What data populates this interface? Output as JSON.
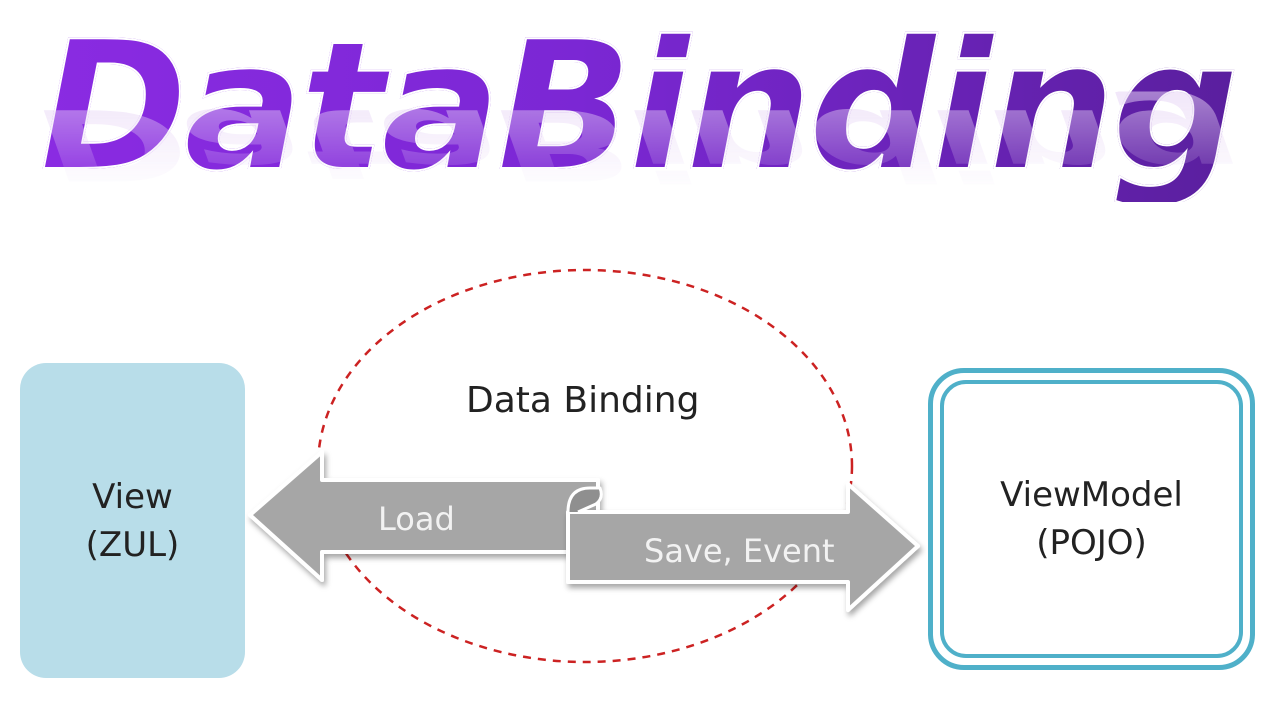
{
  "header": {
    "title": "DataBinding"
  },
  "diagram": {
    "cycle_label": "Data Binding",
    "view": {
      "line1": "View",
      "line2": "(ZUL)"
    },
    "viewmodel": {
      "line1": "ViewModel",
      "line2": "(POJO)"
    },
    "arrows": {
      "load": "Load",
      "save_event": "Save, Event"
    },
    "colors": {
      "title_gradient_start": "#8a2be2",
      "title_gradient_end": "#5a1f9e",
      "view_fill": "#b8dde9",
      "viewmodel_border": "#4fb0c9",
      "arrow_fill": "#a6a6a6",
      "cycle_dash": "#cc2222"
    }
  }
}
